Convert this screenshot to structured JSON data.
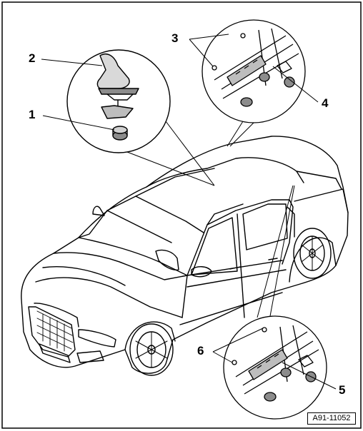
{
  "callouts": {
    "c1": "1",
    "c2": "2",
    "c3": "3",
    "c4": "4",
    "c5": "5",
    "c6": "6"
  },
  "figure_ref": "A91-11052",
  "colors": {
    "line": "#000000",
    "background": "#ffffff",
    "part_fill": "#bdbdbd"
  }
}
